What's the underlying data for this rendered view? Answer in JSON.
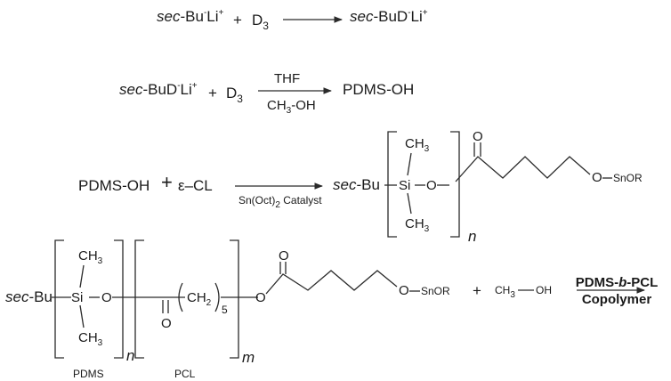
{
  "reaction1": {
    "sec": "sec",
    "bu": "-Bu",
    "li_minus": "-",
    "li": "Li",
    "plus_sign": "+",
    "plus": "+",
    "d": "D",
    "d_sub": "3",
    "product": "-BuD",
    "product_minus": "-",
    "product_li": "Li",
    "product_plus": "+"
  },
  "reaction2": {
    "sec": "sec",
    "reactant": "-BuD",
    "minus": "-",
    "li": "Li",
    "li_plus": "+",
    "plus": "+",
    "d": "D",
    "d_sub": "3",
    "cond_top": "THF",
    "cond_bottom_a": "CH",
    "cond_bottom_sub": "3",
    "cond_bottom_b": "-OH",
    "product": "PDMS-OH"
  },
  "reaction3": {
    "reactant": "PDMS-OH",
    "plus": "+",
    "monomer": "ε–CL",
    "cat_a": "Sn(Oct)",
    "cat_sub": "2",
    "cat_b": " Catalyst",
    "sec": "sec",
    "bu": "-Bu",
    "ch3": "CH",
    "ch3_sub": "3",
    "si": "Si",
    "o": "O",
    "carbonyl_o": "O",
    "end_o": "O",
    "snor": "SnOR",
    "n": "n"
  },
  "reaction4": {
    "sec": "sec",
    "bu": "-Bu",
    "ch3": "CH",
    "ch3_sub": "3",
    "si": "Si",
    "o": "O",
    "n": "n",
    "carbonyl_o": "O",
    "ch2": "CH",
    "ch2_sub": "2",
    "five": "5",
    "m": "m",
    "ester_o": "O",
    "ester_carbonyl_o": "O",
    "end_o": "O",
    "snor": "SnOR",
    "plus": "+",
    "methanol": "CH",
    "methanol_sub": "3",
    "methanol_oh": "OH",
    "product_a": "PDMS-",
    "product_b": "b",
    "product_c": "-PCL",
    "product_line2": "Copolymer",
    "label_pdms": "PDMS",
    "label_pcl": "PCL"
  },
  "colors": {
    "ink": "#1a1a1a",
    "background": "#ffffff"
  }
}
